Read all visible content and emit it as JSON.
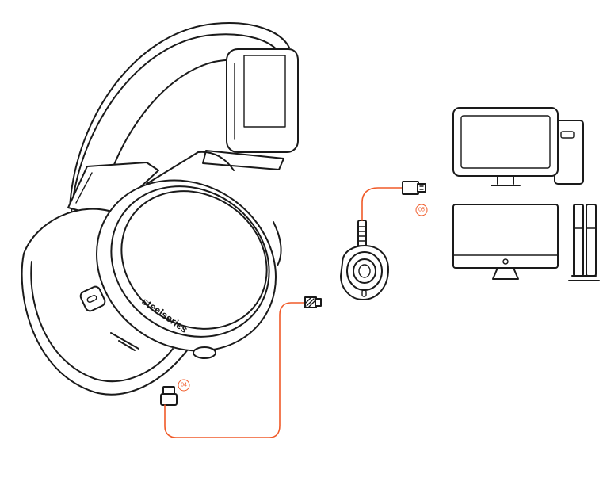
{
  "brand_text": "steelseries",
  "callouts": [
    {
      "id": "callout-04",
      "label": "04"
    },
    {
      "id": "callout-05",
      "label": "05"
    }
  ],
  "colors": {
    "accent": "#f05a28",
    "line": "#1a1a1a",
    "background": "#ffffff"
  },
  "icons": {
    "headset": "headset-icon",
    "transmitter": "wireless-transmitter-icon",
    "pc": "desktop-pc-icon",
    "mac": "imac-icon",
    "console": "game-console-icon",
    "usb_a": "usb-a-connector-icon",
    "micro_usb": "micro-usb-connector-icon"
  }
}
